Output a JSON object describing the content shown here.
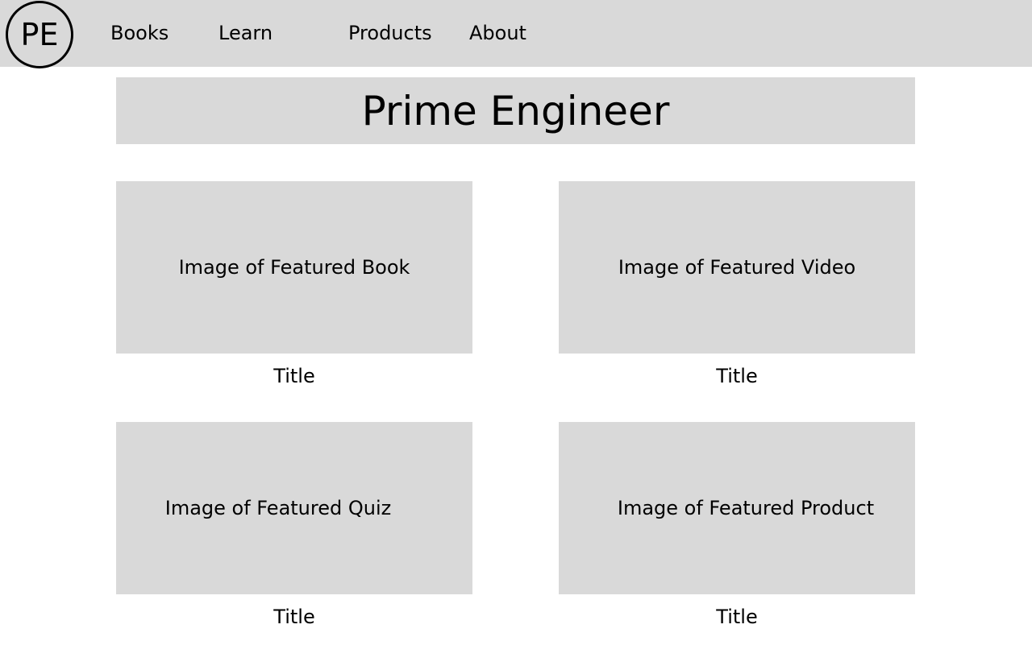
{
  "header": {
    "logo_text": "PE",
    "nav": {
      "books": "Books",
      "learn": "Learn",
      "products": "Products",
      "about": "About"
    }
  },
  "hero": {
    "title": "Prime Engineer"
  },
  "featured": [
    {
      "image_label": "Image of Featured Book",
      "title": "Title"
    },
    {
      "image_label": "Image of Featured Video",
      "title": "Title"
    },
    {
      "image_label": "Image of Featured Quiz",
      "title": "Title"
    },
    {
      "image_label": "Image of Featured Product",
      "title": "Title"
    }
  ],
  "colors": {
    "panel_gray": "#d9d9d9",
    "text": "#000000",
    "background": "#ffffff"
  }
}
